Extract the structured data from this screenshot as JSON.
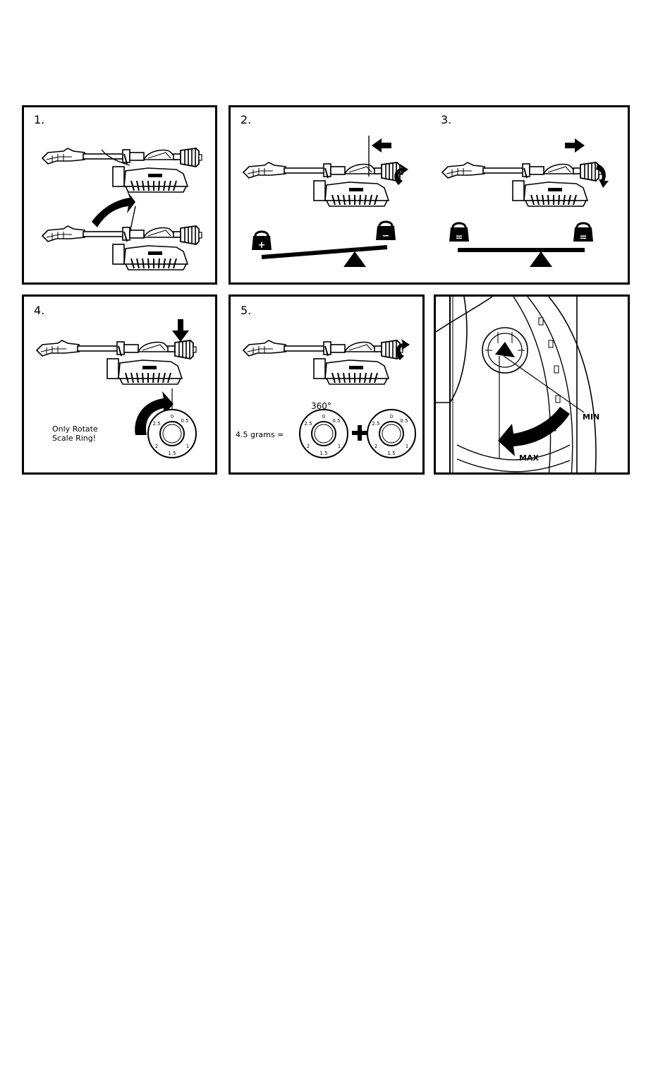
{
  "steps": [
    {
      "number": "1."
    },
    {
      "number": "2."
    },
    {
      "number": "3."
    },
    {
      "number": "4.",
      "note_line1": "Only Rotate",
      "note_line2": "Scale Ring!"
    },
    {
      "number": "5.",
      "angle": "360°",
      "equation_label": "4.5 grams ="
    }
  ],
  "balance": {
    "plus": "+",
    "minus": "−",
    "equal": "="
  },
  "dial": {
    "scale_ring": [
      "0",
      "0.5",
      "1",
      "1.5",
      "2",
      "2.5"
    ],
    "scale_ring_right": [
      "0",
      "0.5",
      "1",
      "1.5",
      "2",
      "2.5"
    ]
  },
  "antiskate": {
    "min": "MIN",
    "max": "MAX"
  }
}
